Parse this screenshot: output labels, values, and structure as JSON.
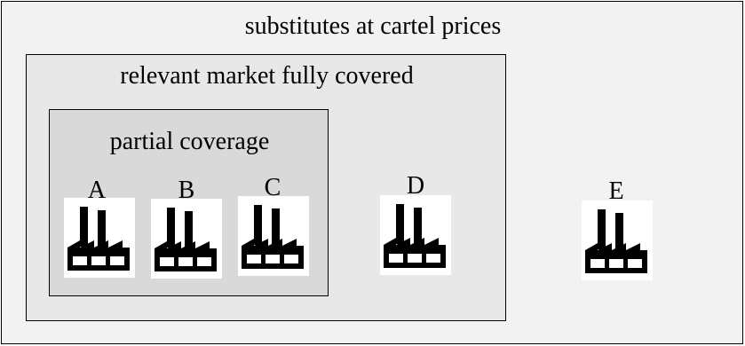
{
  "boxes": {
    "outer_label": "substitutes at cartel prices",
    "middle_label": "relevant market fully covered",
    "inner_label": "partial coverage"
  },
  "factories": [
    {
      "letter": "A",
      "icon": "factory-icon"
    },
    {
      "letter": "B",
      "icon": "factory-icon"
    },
    {
      "letter": "C",
      "icon": "factory-icon"
    },
    {
      "letter": "D",
      "icon": "factory-icon"
    },
    {
      "letter": "E",
      "icon": "factory-icon"
    }
  ]
}
